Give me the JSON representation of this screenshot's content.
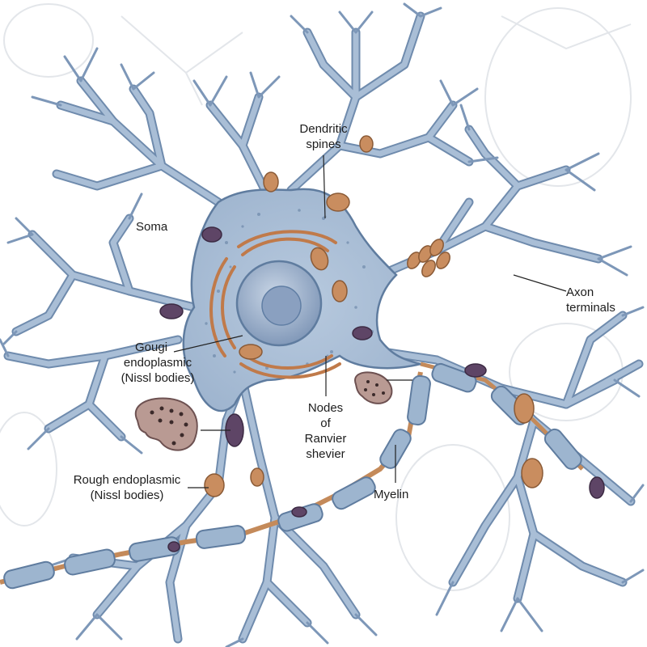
{
  "labels": {
    "soma": "Soma",
    "dendritic_spines": [
      "Dendritic",
      "spines"
    ],
    "axon_terminals": [
      "Axon",
      "terminals"
    ],
    "gougi": [
      "Gougi",
      "endoplasmic",
      "(Nissl bodies)"
    ],
    "nodes_of_ranvier": [
      "Nodes",
      "of",
      "Ranvier",
      "shevier"
    ],
    "rough_endoplasmic": [
      "Rough endoplasmic",
      "(Nissl bodies)"
    ],
    "myelin": "Myelin"
  },
  "colors": {
    "cell_fill": "#a9bed6",
    "cell_stroke": "#5f7c9f",
    "nucleus": "#8fa6c6",
    "organelle_orange": "#c98d5f",
    "organelle_purple": "#5e4566",
    "myelin": "#9db5cf",
    "leader": "#222222",
    "background_cells": "#e6e9ed"
  }
}
